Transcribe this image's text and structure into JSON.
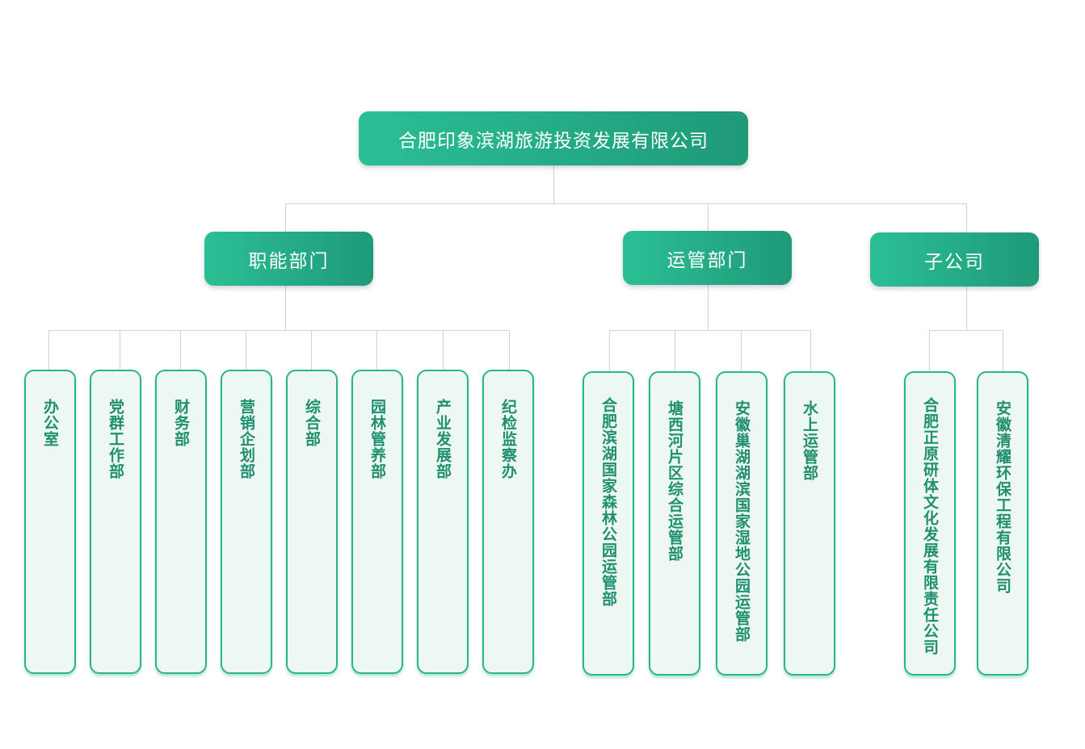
{
  "root": {
    "label": "合肥印象滨湖旅游投资发展有限公司"
  },
  "groups": [
    {
      "label": "职能部门",
      "children": [
        "办公室",
        "党群工作部",
        "财务部",
        "营销企划部",
        "综合部",
        "园林管养部",
        "产业发展部",
        "纪检监察办"
      ]
    },
    {
      "label": "运管部门",
      "children": [
        "合肥滨湖国家森林公园运管部",
        "塘西河片区综合运管部",
        "安徽巢湖湖滨国家湿地公园运管部",
        "水上运管部"
      ]
    },
    {
      "label": "子公司",
      "children": [
        "合肥正原研体文化发展有限责任公司",
        "安徽清耀环保工程有限公司"
      ]
    }
  ],
  "colors": {
    "header_gradient_start": "#2bbf95",
    "header_gradient_end": "#1f9a78",
    "header_text": "#ffffff",
    "leaf_border": "#2bb38d",
    "leaf_fill": "#eef8f3",
    "leaf_text": "#1f8f6f",
    "connector": "#c9d6d2"
  }
}
